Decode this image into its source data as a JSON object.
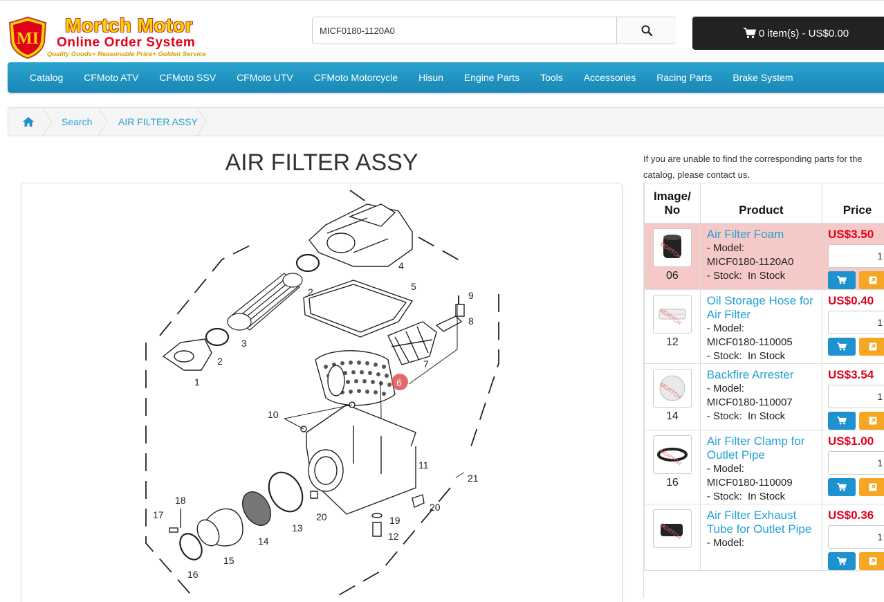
{
  "logo": {
    "badge": "MI",
    "line1": "Mortch Motor",
    "line2": "Online Order System",
    "line3": "Quality Goods+ Reasonable Price+ Golden Service"
  },
  "search": {
    "value": "MICF0180-1120A0"
  },
  "cart": {
    "label": "0 item(s) - US$0.00"
  },
  "nav": [
    "Catalog",
    "CFMoto ATV",
    "CFMoto SSV",
    "CFMoto UTV",
    "CFMoto Motorcycle",
    "Hisun",
    "Engine Parts",
    "Tools",
    "Accessories",
    "Racing Parts",
    "Brake System"
  ],
  "breadcrumb": [
    "Search",
    "AIR FILTER ASSY"
  ],
  "page_title": "AIR FILTER ASSY",
  "note": [
    "If you are unable to find the corresponding parts for the",
    "catalog, please contact us."
  ],
  "diagram": {
    "callouts": [
      "1",
      "2",
      "2",
      "3",
      "4",
      "5",
      "6",
      "7",
      "8",
      "9",
      "10",
      "11",
      "12",
      "13",
      "14",
      "15",
      "16",
      "17",
      "18",
      "19",
      "20",
      "20",
      "21"
    ],
    "highlighted": "6"
  },
  "table": {
    "headers": {
      "image": "Image/\nNo",
      "product": "Product",
      "price": "Price"
    },
    "rows": [
      {
        "no": "06",
        "name": "Air Filter Foam",
        "model_label": "- Model:",
        "model": "MICF0180-1120A0",
        "stock_label": "- Stock:",
        "stock": "In Stock",
        "price": "US$3.50",
        "qty": "1",
        "highlight": true,
        "thumb": "foam"
      },
      {
        "no": "12",
        "name": "Oil Storage Hose for Air Filter",
        "model_label": "- Model:",
        "model": "MICF0180-110005",
        "stock_label": "- Stock:",
        "stock": "In Stock",
        "price": "US$0.40",
        "qty": "1",
        "highlight": false,
        "thumb": "hose"
      },
      {
        "no": "14",
        "name": "Backfire Arrester",
        "model_label": "- Model:",
        "model": "MICF0180-110007",
        "stock_label": "- Stock:",
        "stock": "In Stock",
        "price": "US$3.54",
        "qty": "1",
        "highlight": false,
        "thumb": "disc"
      },
      {
        "no": "16",
        "name": "Air Filter Clamp for Outlet Pipe",
        "model_label": "- Model:",
        "model": "MICF0180-110009",
        "stock_label": "- Stock:",
        "stock": "In Stock",
        "price": "US$1.00",
        "qty": "1",
        "highlight": false,
        "thumb": "clamp"
      },
      {
        "no": "",
        "name": "Air Filter Exhaust Tube for Outlet Pipe",
        "model_label": "- Model:",
        "model": "",
        "stock_label": "",
        "stock": "",
        "price": "US$0.36",
        "qty": "1",
        "highlight": false,
        "thumb": "tube"
      }
    ]
  },
  "colors": {
    "nav": "#1f93c4",
    "link": "#23a1d1",
    "price": "#e0001b",
    "highlight": "#f6c9c9",
    "cart_btn": "#1e91cf",
    "detail_btn": "#f5a623"
  }
}
